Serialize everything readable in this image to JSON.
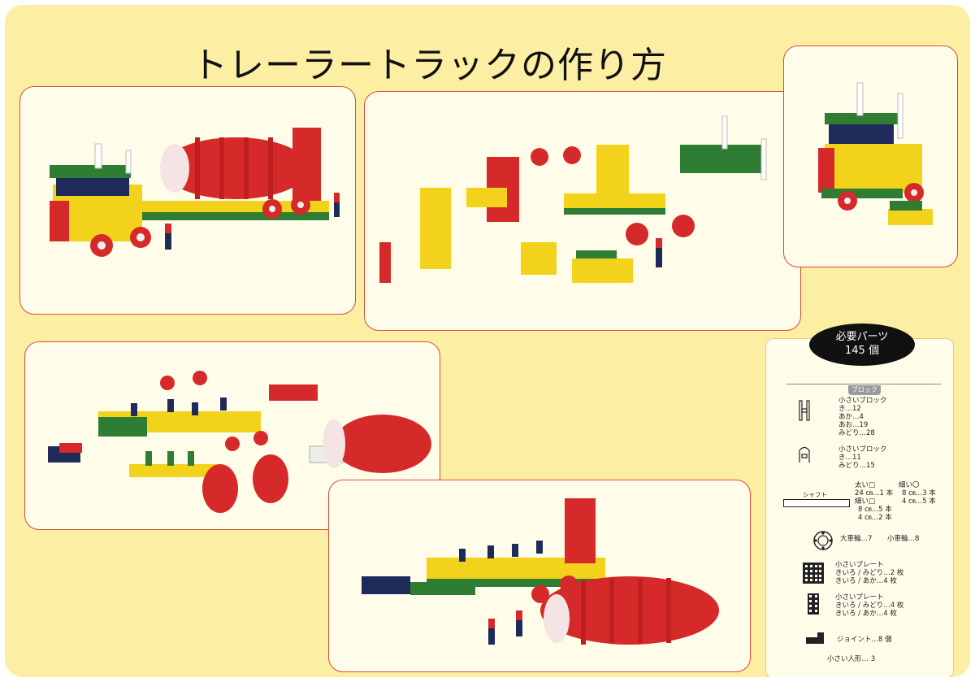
{
  "title": "トレーラートラックの作り方",
  "parts": {
    "badge_line1": "必要パーツ",
    "badge_line2": "145 個",
    "section_block": "ブロック",
    "block1": {
      "name": "小さいブロック",
      "l1": "き…12",
      "l2": "あか…4",
      "l3": "あお…19",
      "l4": "みどり…28"
    },
    "block2": {
      "name": "小さいブロック",
      "l1": "き…11",
      "l2": "みどり…15"
    },
    "shaft_label": "シャフト",
    "shaft_thick": "太い□",
    "shaft_thick_24": "24 ㎝…1 本",
    "shaft_thin_sq": "細い□",
    "shaft_thin_sq_8": "8 ㎝…5 本",
    "shaft_thin_sq_4": "4 ㎝…2 本",
    "shaft_thin_circle": "細い〇",
    "shaft_thin_circle_8": "8 ㎝…3 本",
    "shaft_thin_circle_4": "4 ㎝…5 本",
    "wheel_large": "大車輪…7",
    "wheel_small": "小車輪…8",
    "plate1": {
      "name": "小さいプレート",
      "l1": "きいろ / みどり…2 枚",
      "l2": "きいろ / あか…4 枚"
    },
    "plate2": {
      "name": "小さいプレート",
      "l1": "きいろ / みどり…4 枚",
      "l2": "きいろ / あか…4 枚"
    },
    "joint": "ジョイント…8 個",
    "figure": "小さい人形… 3"
  },
  "colors": {
    "background": "#fcefa4",
    "panel_border": "#d94b3a",
    "panel_fill": "#fffdea",
    "red": "#d62a2a",
    "yellow": "#f2d21b",
    "green": "#2e7d32",
    "navy": "#1d2a5a"
  }
}
